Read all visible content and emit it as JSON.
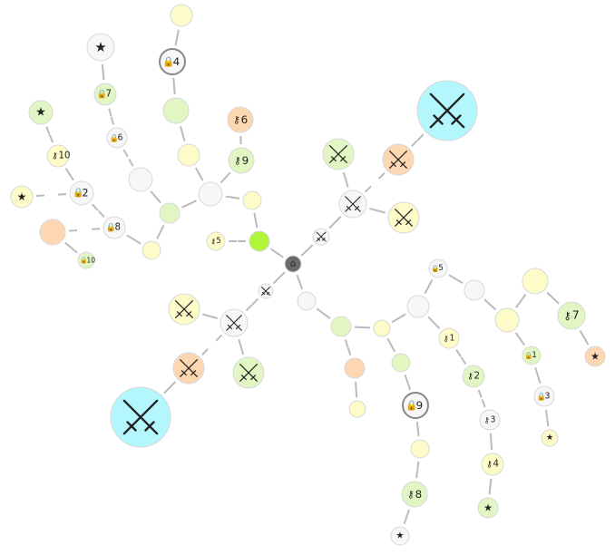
{
  "colors": {
    "white": "#f7f7f7",
    "yellow": "#fdfcc9",
    "green": "#e2f6c4",
    "orange": "#fdd6b2",
    "cyan": "#b3f6fc",
    "lime": "#b0f53a",
    "root": "#6b6b6b",
    "edge": "#bbbbbb",
    "stroke_light": "#d8d8d8",
    "stroke_dark": "#888888"
  },
  "nodes": [
    {
      "id": "root",
      "icon": "home-icon",
      "color": "root",
      "interactable": true
    },
    {
      "id": "lime-node",
      "icon": "",
      "color": "lime",
      "interactable": true
    },
    {
      "id": "n-key5",
      "icon": "key-icon",
      "label": "5",
      "color": "yellow"
    },
    {
      "id": "n-a1",
      "icon": "",
      "color": "yellow"
    },
    {
      "id": "n-a2",
      "icon": "",
      "color": "white"
    },
    {
      "id": "n-key9",
      "icon": "key-icon",
      "label": "9",
      "color": "green"
    },
    {
      "id": "n-key6",
      "icon": "key-icon",
      "label": "6",
      "color": "orange"
    },
    {
      "id": "n-a3",
      "icon": "",
      "color": "yellow"
    },
    {
      "id": "n-a4",
      "icon": "",
      "color": "green"
    },
    {
      "id": "n-lock4",
      "icon": "lock-icon",
      "label": "4",
      "color": "white"
    },
    {
      "id": "n-a5",
      "icon": "",
      "color": "yellow"
    },
    {
      "id": "n-a6",
      "icon": "",
      "color": "green"
    },
    {
      "id": "n-a7",
      "icon": "",
      "color": "white"
    },
    {
      "id": "n-lock6",
      "icon": "lock-icon",
      "label": "6",
      "color": "white"
    },
    {
      "id": "n-lock7",
      "icon": "lock-icon",
      "label": "7",
      "color": "green"
    },
    {
      "id": "n-star1",
      "icon": "star-icon",
      "color": "white"
    },
    {
      "id": "n-a8",
      "icon": "",
      "color": "yellow"
    },
    {
      "id": "n-lock8",
      "icon": "lock-icon",
      "label": "8",
      "color": "white"
    },
    {
      "id": "n-lock2",
      "icon": "lock-icon",
      "label": "2",
      "color": "white"
    },
    {
      "id": "n-key10",
      "icon": "key-icon",
      "label": "10",
      "color": "yellow"
    },
    {
      "id": "n-star2",
      "icon": "star-icon",
      "color": "green"
    },
    {
      "id": "n-star3",
      "icon": "star-icon",
      "color": "yellow"
    },
    {
      "id": "n-a9",
      "icon": "",
      "color": "orange"
    },
    {
      "id": "n-lock10",
      "icon": "lock-icon",
      "label": "10",
      "color": "green"
    },
    {
      "id": "n-sw1",
      "icon": "swords-icon",
      "color": "white"
    },
    {
      "id": "n-sw2",
      "icon": "swords-icon",
      "color": "white"
    },
    {
      "id": "n-sw3",
      "icon": "swords-icon",
      "color": "green"
    },
    {
      "id": "n-sw4",
      "icon": "swords-icon",
      "color": "yellow"
    },
    {
      "id": "n-sw5",
      "icon": "swords-icon",
      "color": "orange"
    },
    {
      "id": "n-boss1",
      "icon": "swords-icon",
      "color": "cyan"
    },
    {
      "id": "n-sw6",
      "icon": "swords-icon",
      "color": "white"
    },
    {
      "id": "n-sw7",
      "icon": "swords-icon",
      "color": "white"
    },
    {
      "id": "n-sw8",
      "icon": "swords-icon",
      "color": "yellow"
    },
    {
      "id": "n-sw9",
      "icon": "swords-icon",
      "color": "green"
    },
    {
      "id": "n-sw10",
      "icon": "swords-icon",
      "color": "orange"
    },
    {
      "id": "n-boss2",
      "icon": "swords-icon",
      "color": "cyan"
    },
    {
      "id": "n-b1",
      "icon": "",
      "color": "white"
    },
    {
      "id": "n-b2",
      "icon": "",
      "color": "green"
    },
    {
      "id": "n-b3",
      "icon": "",
      "color": "orange"
    },
    {
      "id": "n-b4",
      "icon": "",
      "color": "yellow"
    },
    {
      "id": "n-b5",
      "icon": "",
      "color": "yellow"
    },
    {
      "id": "n-b6",
      "icon": "",
      "color": "green"
    },
    {
      "id": "n-lock9",
      "icon": "lock-icon",
      "label": "9",
      "color": "white"
    },
    {
      "id": "n-b7",
      "icon": "",
      "color": "yellow"
    },
    {
      "id": "n-key8",
      "icon": "key-icon",
      "label": "8",
      "color": "green"
    },
    {
      "id": "n-star4",
      "icon": "star-icon",
      "color": "white"
    },
    {
      "id": "n-b8",
      "icon": "",
      "color": "white"
    },
    {
      "id": "n-key1",
      "icon": "key-icon",
      "label": "1",
      "color": "yellow"
    },
    {
      "id": "n-key2",
      "icon": "key-icon",
      "label": "2",
      "color": "green"
    },
    {
      "id": "n-key3",
      "icon": "key-icon",
      "label": "3",
      "color": "white"
    },
    {
      "id": "n-key4",
      "icon": "key-icon",
      "label": "4",
      "color": "yellow"
    },
    {
      "id": "n-star5",
      "icon": "star-icon",
      "color": "green"
    },
    {
      "id": "n-lock5",
      "icon": "lock-icon",
      "label": "5",
      "color": "white"
    },
    {
      "id": "n-b9",
      "icon": "",
      "color": "white"
    },
    {
      "id": "n-b10",
      "icon": "",
      "color": "yellow"
    },
    {
      "id": "n-b11",
      "icon": "",
      "color": "yellow"
    },
    {
      "id": "n-key7",
      "icon": "key-icon",
      "label": "7",
      "color": "green"
    },
    {
      "id": "n-star6",
      "icon": "star-icon",
      "color": "orange"
    },
    {
      "id": "n-lock1",
      "icon": "lock-icon",
      "label": "1",
      "color": "green"
    },
    {
      "id": "n-lock3",
      "icon": "lock-icon",
      "label": "3",
      "color": "white"
    },
    {
      "id": "n-star7",
      "icon": "star-icon",
      "color": "yellow"
    }
  ]
}
